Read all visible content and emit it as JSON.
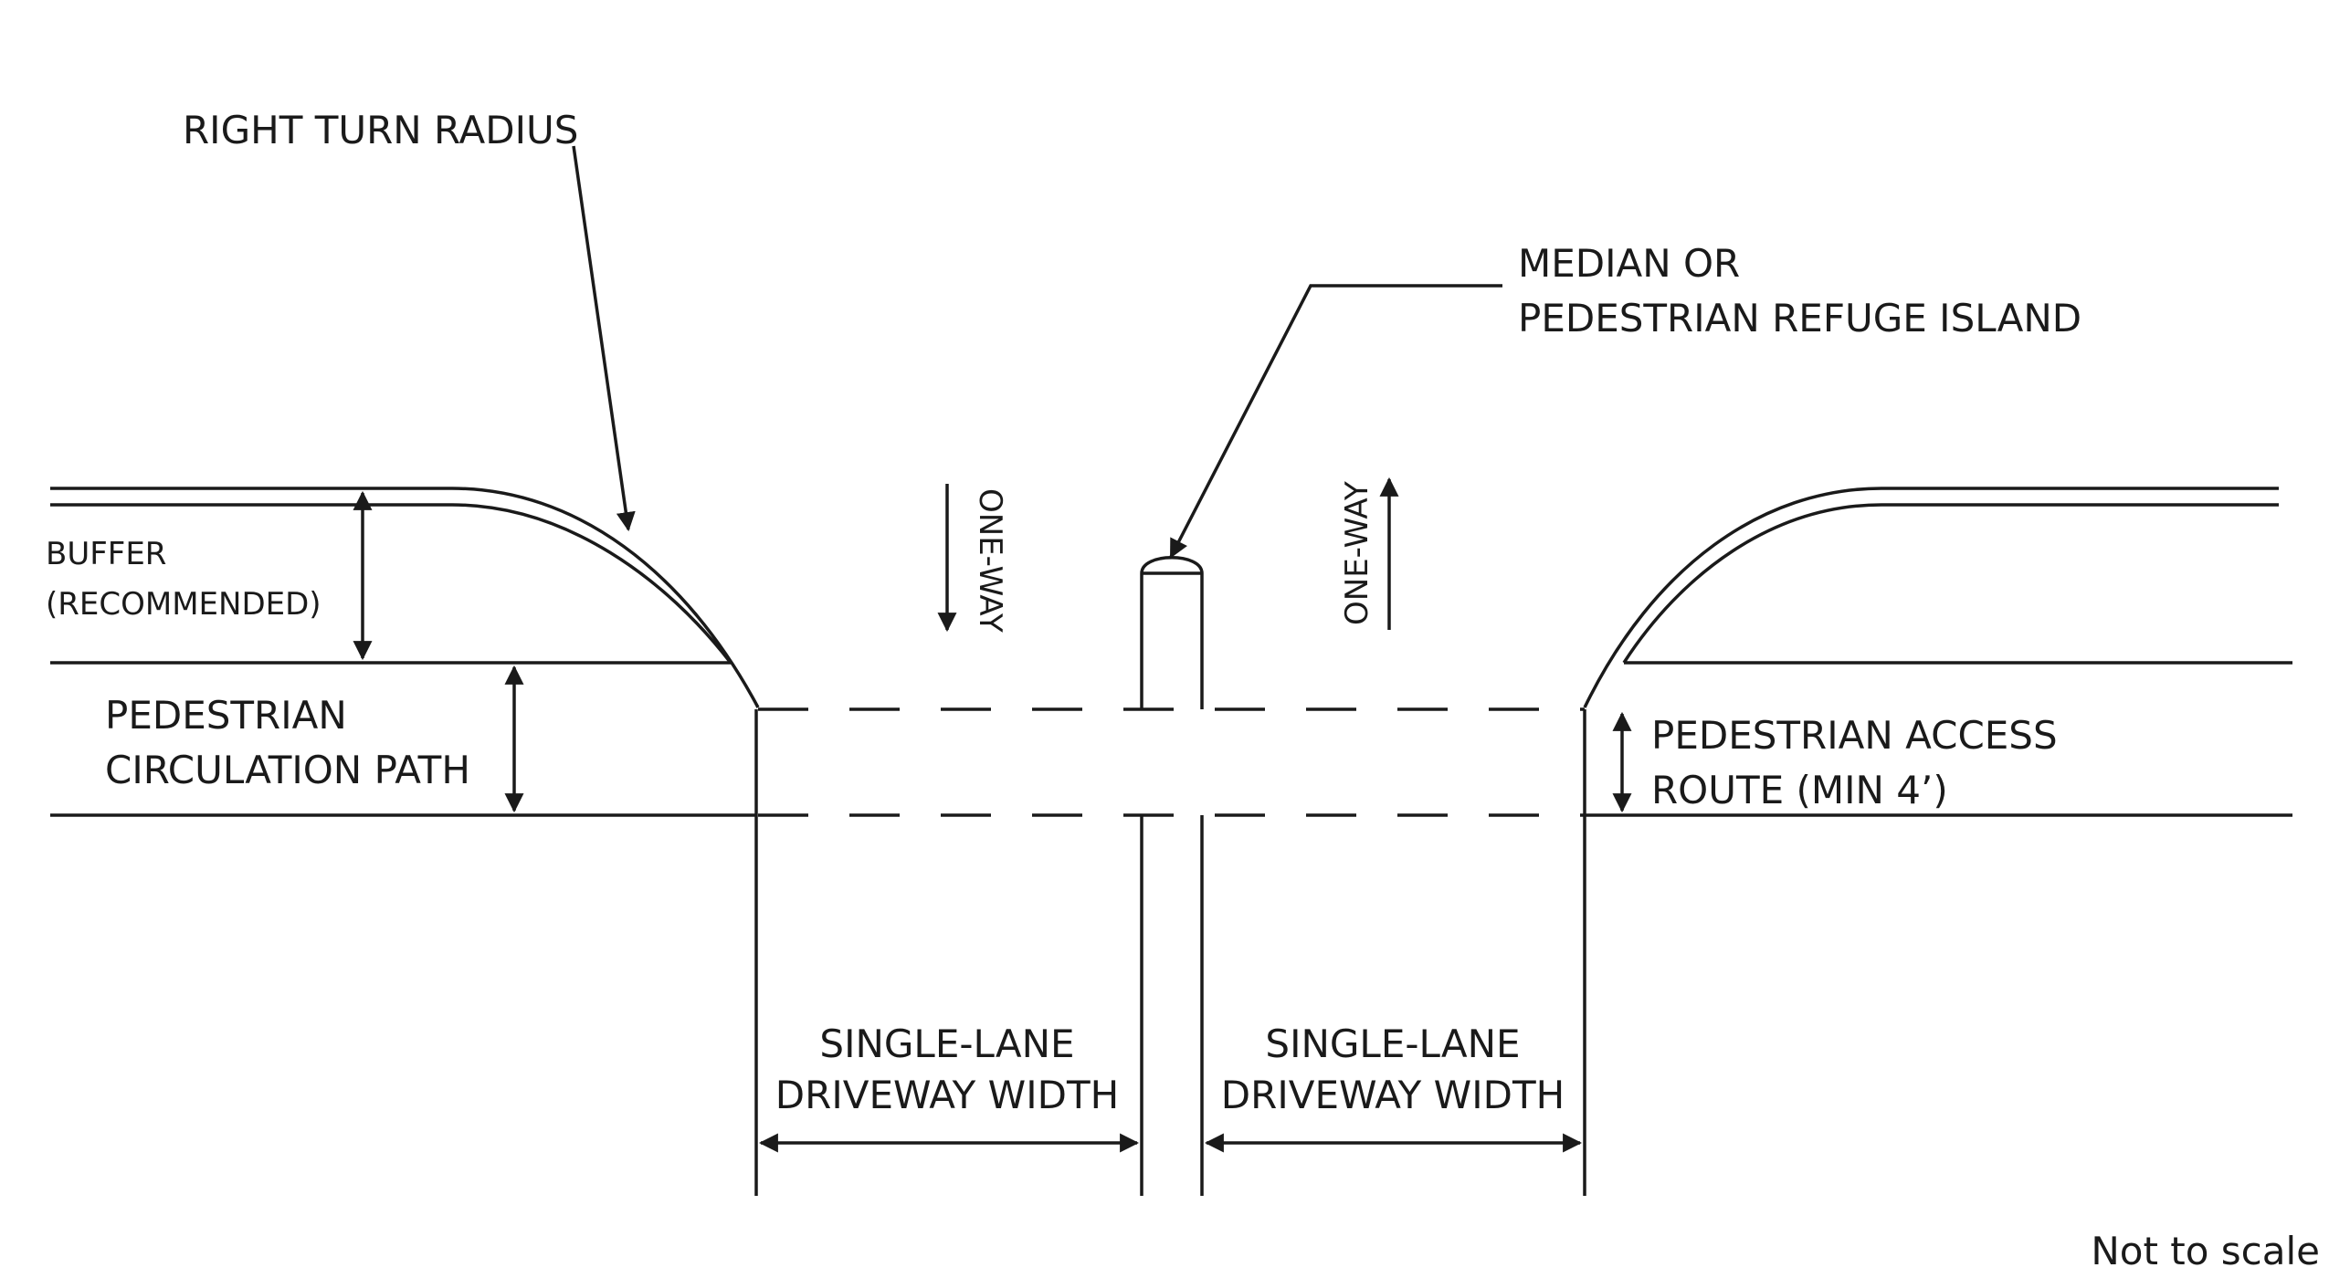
{
  "labels": {
    "right_turn_radius": "RIGHT TURN RADIUS",
    "median_line1": "MEDIAN OR",
    "median_line2": "PEDESTRIAN REFUGE ISLAND",
    "buffer_line1": "BUFFER",
    "buffer_line2": "(RECOMMENDED)",
    "ped_circ_line1": "PEDESTRIAN",
    "ped_circ_line2": "CIRCULATION PATH",
    "ped_access_line1": "PEDESTRIAN ACCESS",
    "ped_access_line2": "ROUTE (MIN 4’)",
    "one_way_left": "ONE-WAY",
    "one_way_right": "ONE-WAY",
    "driveway_left_line1": "SINGLE-LANE",
    "driveway_left_line2": "DRIVEWAY WIDTH",
    "driveway_right_line1": "SINGLE-LANE",
    "driveway_right_line2": "DRIVEWAY WIDTH",
    "scale_note": "Not to scale"
  }
}
